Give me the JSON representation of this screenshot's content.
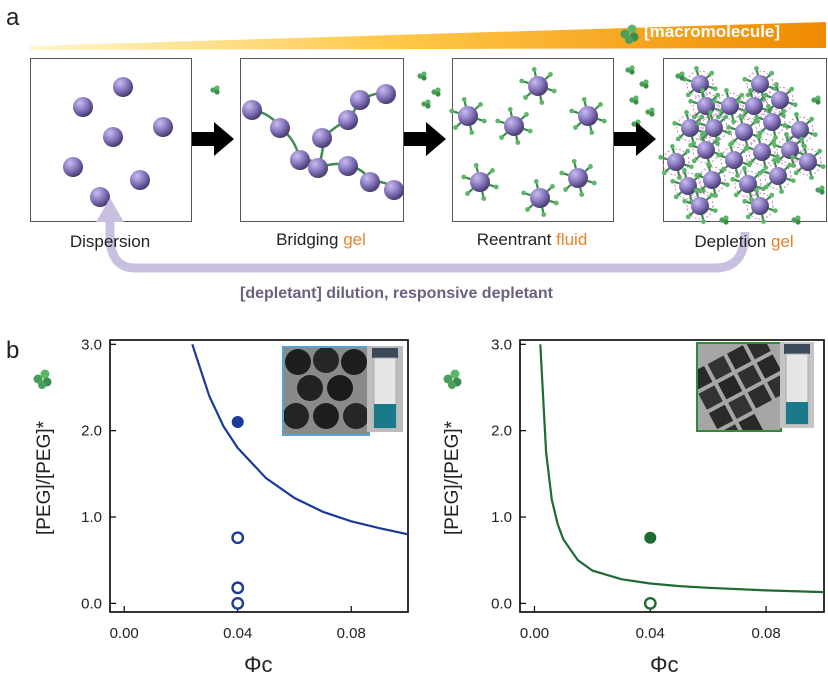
{
  "panel_a": {
    "letter": "a",
    "gradient_label": "[macromolecule]",
    "stages": [
      {
        "name": "Dispersion",
        "suffix": ""
      },
      {
        "name": "Bridging ",
        "suffix": "gel"
      },
      {
        "name": "Reentrant ",
        "suffix": "fluid"
      },
      {
        "name": "Depletion ",
        "suffix": "gel"
      }
    ],
    "return_arrow_label": "[depletant] dilution, responsive depletant",
    "colors": {
      "particle": "#8a78c0",
      "polymer": "#4aa05a",
      "gradient_start": "#fff3c4",
      "gradient_end": "#f08a00",
      "return_arrow": "#c9bfe0",
      "highlight": "#e8822a"
    }
  },
  "panel_b": {
    "letter": "b",
    "ylabel": "[PEG]/[PEG]*",
    "xlabel": "Φc"
  },
  "chart_data": [
    {
      "type": "scatter",
      "color": "#1a3a9a",
      "xlim": [
        -0.005,
        0.1
      ],
      "ylim": [
        -0.1,
        3.05
      ],
      "x_ticks": [
        "0.00",
        "0.04",
        "0.08"
      ],
      "y_ticks": [
        "0.0",
        "1.0",
        "2.0",
        "3.0"
      ],
      "curve": {
        "x": [
          0.024,
          0.03,
          0.035,
          0.04,
          0.05,
          0.06,
          0.07,
          0.08,
          0.09,
          0.1
        ],
        "y": [
          3.0,
          2.4,
          2.05,
          1.8,
          1.45,
          1.22,
          1.06,
          0.95,
          0.87,
          0.8
        ]
      },
      "filled_points": [
        {
          "x": 0.04,
          "y": 2.1
        }
      ],
      "open_points": [
        {
          "x": 0.04,
          "y": 0.76
        },
        {
          "x": 0.04,
          "y": 0.18
        },
        {
          "x": 0.04,
          "y": 0.0
        }
      ]
    },
    {
      "type": "scatter",
      "color": "#1e6b34",
      "xlim": [
        -0.005,
        0.1
      ],
      "ylim": [
        -0.1,
        3.05
      ],
      "x_ticks": [
        "0.00",
        "0.04",
        "0.08"
      ],
      "y_ticks": [
        "0.0",
        "1.0",
        "2.0",
        "3.0"
      ],
      "curve": {
        "x": [
          0.002,
          0.004,
          0.006,
          0.008,
          0.01,
          0.015,
          0.02,
          0.03,
          0.04,
          0.05,
          0.06,
          0.08,
          0.1
        ],
        "y": [
          3.0,
          1.75,
          1.2,
          0.92,
          0.74,
          0.5,
          0.38,
          0.28,
          0.23,
          0.2,
          0.18,
          0.15,
          0.13
        ]
      },
      "filled_points": [
        {
          "x": 0.04,
          "y": 0.76
        }
      ],
      "open_points": [
        {
          "x": 0.04,
          "y": 0.0
        }
      ]
    }
  ]
}
